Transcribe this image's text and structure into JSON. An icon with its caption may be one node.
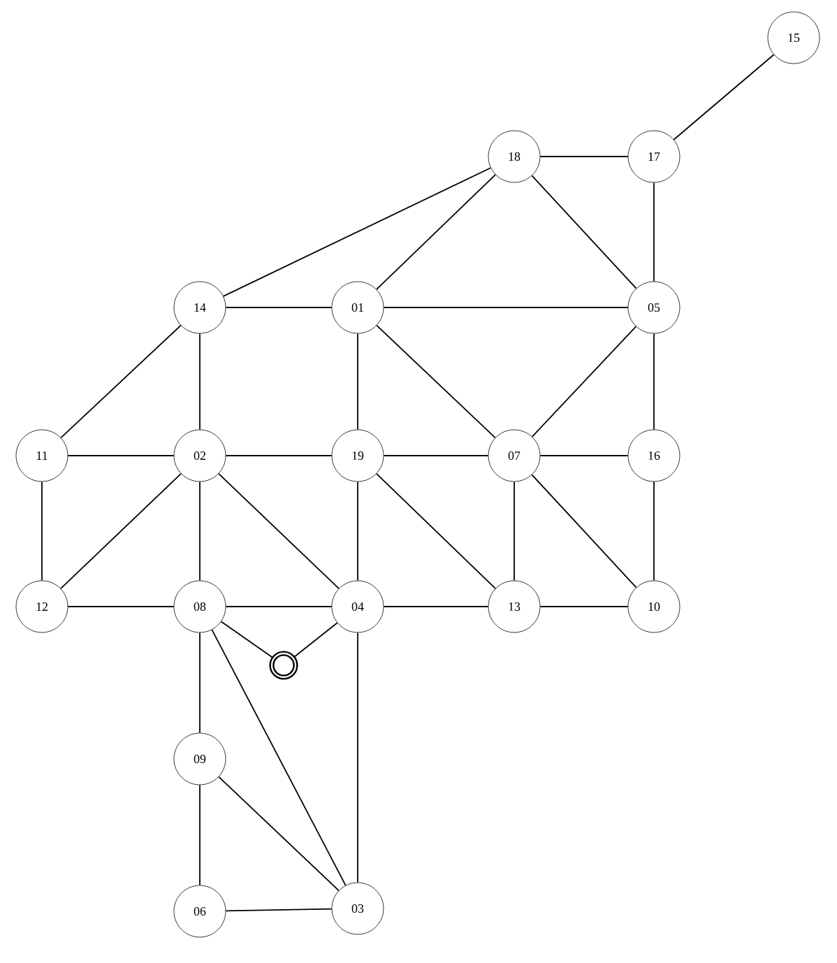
{
  "diagram": {
    "nodes": [
      {
        "text": [
          "15"
        ]
      },
      {
        "text": [
          "18"
        ]
      },
      {
        "text": [
          "17"
        ]
      },
      {
        "text": [
          "14"
        ]
      },
      {
        "text": [
          "01"
        ]
      },
      {
        "text": [
          "05"
        ]
      },
      {
        "text": [
          "11"
        ]
      },
      {
        "text": [
          "02"
        ]
      },
      {
        "text": [
          "19"
        ]
      },
      {
        "text": [
          "07"
        ]
      },
      {
        "text": [
          "16"
        ]
      },
      {
        "text": [
          "12"
        ]
      },
      {
        "text": [
          "08"
        ]
      },
      {
        "text": [
          "04"
        ]
      },
      {
        "text": [
          "13"
        ]
      },
      {
        "text": [
          "10"
        ]
      },
      {
        "text": [],
        "shape": "circle"
      },
      {
        "text": [
          "09"
        ]
      },
      {
        "text": [
          "06"
        ]
      },
      {
        "text": [
          "03"
        ]
      }
    ],
    "edges": [
      {
        "from": 0,
        "to": 2,
        "arrow": "none"
      },
      {
        "from": 1,
        "to": 2,
        "arrow": "none"
      },
      {
        "from": 1,
        "to": 3,
        "arrow": "none"
      },
      {
        "from": 1,
        "to": 4,
        "arrow": "none"
      },
      {
        "from": 1,
        "to": 5,
        "arrow": "none"
      },
      {
        "from": 2,
        "to": 5,
        "arrow": "none"
      },
      {
        "from": 3,
        "to": 4,
        "arrow": "none"
      },
      {
        "from": 4,
        "to": 5,
        "arrow": "none"
      },
      {
        "from": 3,
        "to": 6,
        "arrow": "none"
      },
      {
        "from": 3,
        "to": 7,
        "arrow": "none"
      },
      {
        "from": 4,
        "to": 8,
        "arrow": "none"
      },
      {
        "from": 4,
        "to": 9,
        "arrow": "none"
      },
      {
        "from": 5,
        "to": 9,
        "arrow": "none"
      },
      {
        "from": 5,
        "to": 10,
        "arrow": "none"
      },
      {
        "from": 6,
        "to": 7,
        "arrow": "none"
      },
      {
        "from": 7,
        "to": 8,
        "arrow": "none"
      },
      {
        "from": 8,
        "to": 9,
        "arrow": "none"
      },
      {
        "from": 9,
        "to": 10,
        "arrow": "none"
      },
      {
        "from": 6,
        "to": 11,
        "arrow": "none"
      },
      {
        "from": 7,
        "to": 11,
        "arrow": "none"
      },
      {
        "from": 7,
        "to": 12,
        "arrow": "none"
      },
      {
        "from": 7,
        "to": 13,
        "arrow": "none"
      },
      {
        "from": 8,
        "to": 13,
        "arrow": "none"
      },
      {
        "from": 8,
        "to": 14,
        "arrow": "none"
      },
      {
        "from": 9,
        "to": 14,
        "arrow": "none"
      },
      {
        "from": 9,
        "to": 15,
        "arrow": "none"
      },
      {
        "from": 10,
        "to": 15,
        "arrow": "none"
      },
      {
        "from": 11,
        "to": 12,
        "arrow": "none"
      },
      {
        "from": 12,
        "to": 13,
        "arrow": "none"
      },
      {
        "from": 13,
        "to": 14,
        "arrow": "none"
      },
      {
        "from": 14,
        "to": 15,
        "arrow": "none"
      },
      {
        "from": 12,
        "to": 16,
        "arrow": "none"
      },
      {
        "from": 13,
        "to": 16,
        "arrow": "none"
      },
      {
        "from": 12,
        "to": 17,
        "arrow": "none"
      },
      {
        "from": 12,
        "to": 19,
        "arrow": "none"
      },
      {
        "from": 13,
        "to": 19,
        "arrow": "none"
      },
      {
        "from": 17,
        "to": 18,
        "arrow": "none"
      },
      {
        "from": 17,
        "to": 19,
        "arrow": "none"
      },
      {
        "from": 18,
        "to": 19,
        "arrow": "none"
      }
    ]
  }
}
